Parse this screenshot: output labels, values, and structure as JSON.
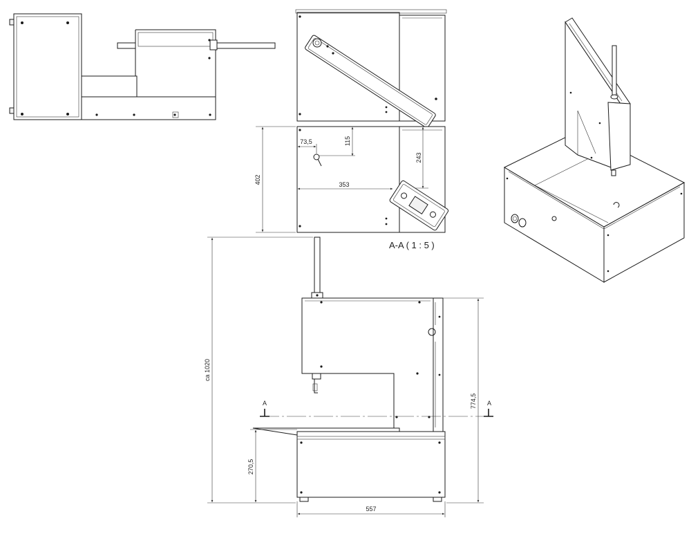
{
  "dimensions": {
    "width_557": "557",
    "height_774_5": "774,5",
    "height_ca_1020": "ca 1020",
    "height_270_5": "270,5",
    "section_402": "402",
    "section_353": "353",
    "section_243": "243",
    "section_115": "115",
    "section_73_5": "73,5"
  },
  "section": {
    "marker_left": "A",
    "marker_right": "A",
    "caption": "A-A ( 1 : 5 )"
  }
}
